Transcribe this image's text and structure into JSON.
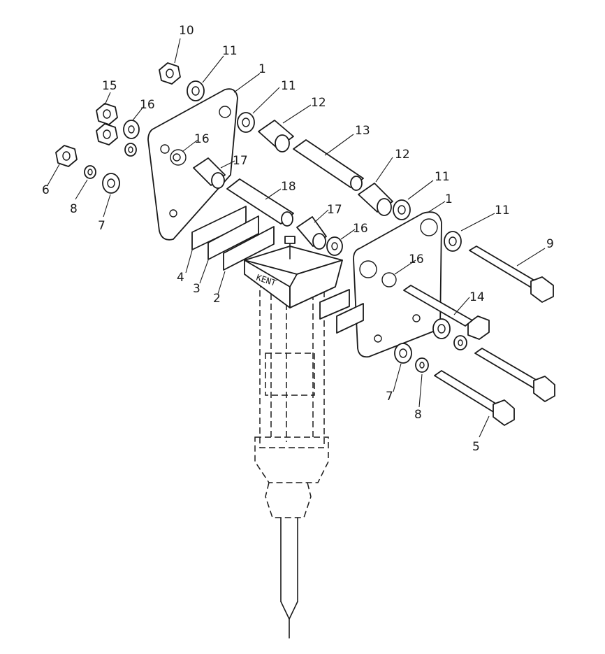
{
  "brand_label": "KENT",
  "callouts": [
    "1",
    "2",
    "3",
    "4",
    "5",
    "6",
    "7",
    "8",
    "9",
    "10",
    "11",
    "12",
    "13",
    "14",
    "15",
    "16",
    "17",
    "18"
  ],
  "colors": {
    "ink": "#1a1a1a",
    "paper": "#ffffff"
  }
}
